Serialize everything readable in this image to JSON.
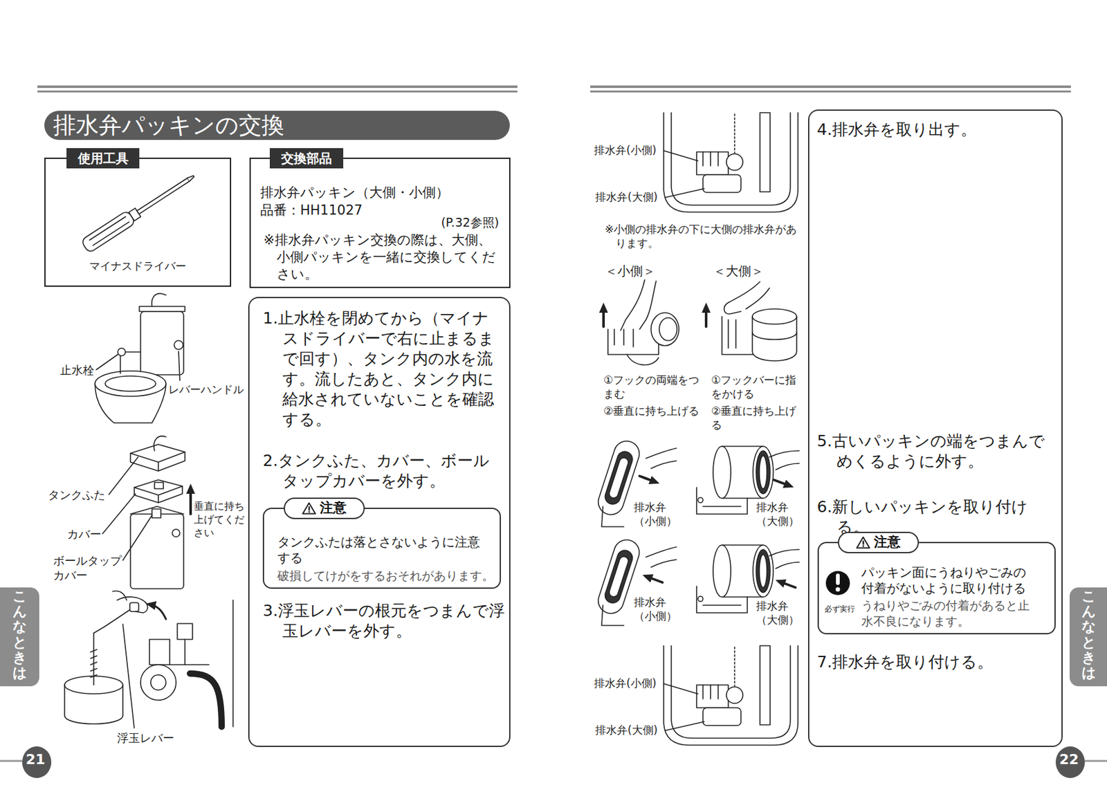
{
  "diagram": {
    "title": "排水弁パッキンの交換",
    "nodes": [
      {
        "text": [
          "使用工具",
          "マイナスドライバー"
        ]
      },
      {
        "text": [
          "交換部品",
          "排水弁パッキン（大側・小側）",
          "品番：HH11027",
          "(P.32参照)",
          "※排水弁パッキン交換の際は、大側、小側パッキンを一緒に交換してください。"
        ]
      },
      {
        "text": [
          "1.止水栓を閉めてから（マイナスドライバーで右に止まるまで回す）、タンク内の水を流す。流したあと、タンク内に給水されていないことを確認する。",
          "2.タンクふた、カバー、ボールタップカバーを外す。",
          "3.浮玉レバーの根元をつまんで浮玉レバーを外す。"
        ]
      },
      {
        "text": [
          "注意",
          "タンクふたは落とさないように注意する",
          "破損してけがをするおそれがあります。"
        ],
        "in": 2
      },
      {
        "text": [
          "4.排水弁を取り出す。",
          "5.古いパッキンの端をつまんでめくるように外す。",
          "6.新しいパッキンを取り付ける。",
          "7.排水弁を取り付ける。"
        ]
      },
      {
        "text": [
          "注意",
          "パッキン面にうねりやごみの付着がないように取り付ける",
          "うねりやごみの付着があると止水不良になります。",
          "必ず実行"
        ],
        "in": 4
      },
      {
        "text": [
          "こんなときは"
        ]
      },
      {
        "text": [
          "こんなときは"
        ]
      },
      {
        "text": [
          "21"
        ]
      },
      {
        "text": [
          "22"
        ]
      }
    ],
    "labels": [
      "止水栓",
      "レバーハンドル",
      "タンクふた",
      "カバー",
      "ボールタップカバー",
      "垂直に持ち上げてください",
      "浮玉レバー",
      "排水弁(小側)",
      "排水弁(大側)",
      "※小側の排水弁の下に大側の排水弁があります。",
      "＜小側＞",
      "＜大側＞",
      "①フックの両端をつまむ",
      "②垂直に持ち上げる",
      "①フックバーに指をかける",
      "②垂直に持ち上げる",
      "排水弁（小側）",
      "排水弁（大側）",
      "排水弁（小側）",
      "排水弁（大側）",
      "排水弁(小側)",
      "排水弁(大側)"
    ]
  }
}
